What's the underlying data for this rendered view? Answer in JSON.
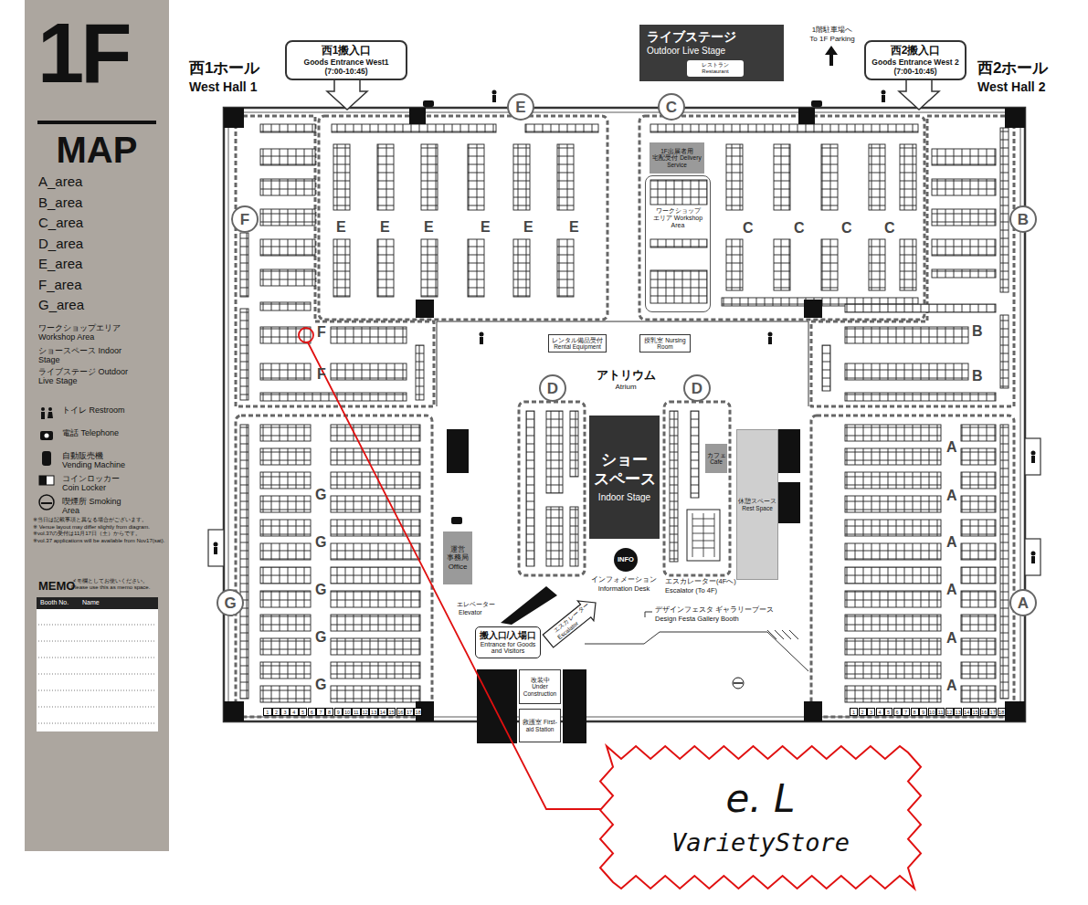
{
  "diagram": {
    "nodes": [
      {
        "text": [
          "1F",
          "MAP"
        ]
      },
      {
        "text": [
          "MEMO",
          "メモ欄としてお使いください。 Please use this as memo space."
        ],
        "in": 0
      },
      {
        "text": [
          "西1搬入口",
          "Goods Entrance West1",
          "(7:00-10:45)"
        ]
      },
      {
        "text": [
          "ライブステージ",
          "Outdoor Live Stage"
        ]
      },
      {
        "text": [
          "レストラン Restaurant"
        ],
        "in": 3
      },
      {
        "text": [
          "西2搬入口",
          "Goods Entrance West 2",
          "(7:00-10:45)"
        ]
      },
      {
        "text": [
          "E"
        ]
      },
      {
        "text": [
          "C"
        ]
      },
      {
        "text": [
          "F"
        ]
      },
      {
        "text": [
          "B"
        ]
      },
      {
        "text": [
          "1F出展者用 宅配受付 Delivery Service"
        ]
      },
      {
        "text": [
          "ワークショップ エリア Workshop Area"
        ]
      },
      {
        "text": [
          "レンタル備品受付 Rental Equipment"
        ]
      },
      {
        "text": [
          "授乳室 Nursing Room"
        ]
      },
      {
        "text": [
          "D"
        ]
      },
      {
        "text": [
          "D"
        ]
      },
      {
        "text": [
          "ショー スペース",
          "Indoor Stage"
        ]
      },
      {
        "text": [
          "カフェ Cafe"
        ]
      },
      {
        "text": [
          "休憩スペース Rest Space"
        ]
      },
      {
        "text": [
          "運営 事務局 Office"
        ]
      },
      {
        "text": [
          "G"
        ]
      },
      {
        "text": [
          "A"
        ]
      },
      {
        "text": [
          "INFO"
        ]
      },
      {
        "text": [
          "搬入口/入場口",
          "Entrance for Goods and Visitors"
        ]
      },
      {
        "text": [
          "改装中 Under Construction"
        ]
      },
      {
        "text": [
          "救護室 First-aid Station"
        ]
      },
      {
        "text": [
          "e. L",
          "VarietyStore"
        ]
      }
    ],
    "labels": [
      "西1ホール",
      "West Hall 1",
      "西2ホール",
      "West Hall 2",
      "1階駐車場へ",
      "To 1F Parking",
      "E",
      "E",
      "E",
      "E",
      "E",
      "E",
      "C",
      "C",
      "C",
      "C",
      "F",
      "F",
      "B",
      "B",
      "G",
      "G",
      "G",
      "G",
      "G",
      "A",
      "A",
      "A",
      "A",
      "A",
      "A",
      "アトリウム",
      "Atrium",
      "インフォメーション",
      "Information Desk",
      "エスカレーター(4Fへ)",
      "Escalator (To 4F)",
      "エレベーター",
      "Elevator",
      "エスカレーター",
      "Escalator",
      "デザインフェスタ ギャラリーブース",
      "Design Festa Gallery Booth",
      "※当日は記載事項と異なる場合がございます。",
      "※ Venue layout may differ slightly from diagram.",
      "※vol.37の受付は11月17日（土）からです。",
      "※vol.37 applications will be available from Nov17(sat).",
      "Booth No.",
      "Name",
      "1",
      "2",
      "3",
      "4",
      "5",
      "6",
      "7",
      "8",
      "9",
      "10",
      "11",
      "12",
      "13",
      "14",
      "15",
      "16",
      "17",
      "18",
      "1",
      "2",
      "3",
      "4",
      "5",
      "6",
      "7",
      "8",
      "9",
      "10",
      "11",
      "12",
      "13",
      "14",
      "15",
      "16",
      "17",
      "18"
    ],
    "legend": [
      {
        "text": "A_area"
      },
      {
        "text": "B_area"
      },
      {
        "text": "C_area"
      },
      {
        "text": "D_area"
      },
      {
        "text": "E_area"
      },
      {
        "text": "F_area"
      },
      {
        "text": "G_area"
      },
      {
        "text": "ワークショップエリア Workshop Area"
      },
      {
        "text": "ショースペース Indoor Stage"
      },
      {
        "text": "ライブステージ Outdoor Live Stage"
      },
      {
        "text": "トイレ Restroom"
      },
      {
        "text": "電話 Telephone"
      },
      {
        "text": "自動販売機 Vending Machine"
      },
      {
        "text": "コインロッカー Coin Locker"
      },
      {
        "text": "喫煙所 Smoking Area"
      }
    ]
  }
}
